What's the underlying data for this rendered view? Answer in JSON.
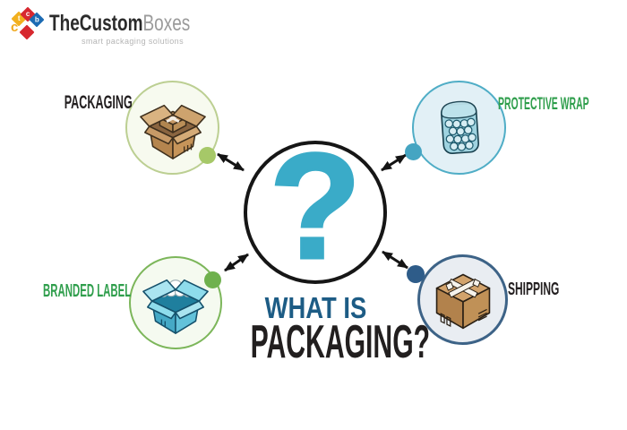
{
  "logo": {
    "brand_primary": "TheCustom",
    "brand_secondary": "Boxes",
    "tagline": "smart packaging solutions",
    "mark_letters": [
      "t",
      "c",
      "b"
    ],
    "mark_c": "c",
    "mark_colors": {
      "yellow": "#f2b01e",
      "red": "#d7282f",
      "blue": "#1c6bb3"
    }
  },
  "center": {
    "question_symbol": "?",
    "question_color": "#3aabc8",
    "circle_border_color": "#161616",
    "heading_line1": "WHAT IS",
    "heading_line1_color": "#1d5c85",
    "heading_line2": "PACKAGING?",
    "heading_line2_color": "#221f1f"
  },
  "nodes": {
    "packaging": {
      "label": "PACKAGING",
      "label_color": "#231f20",
      "circle_border": "#bccf92",
      "circle_fill": "#f7faef",
      "dot_color": "#a6c868",
      "icon": "open-cardboard-box"
    },
    "protective_wrap": {
      "label": "PROTECTIVE WRAP",
      "label_color": "#2f9e4c",
      "circle_border": "#4fadc6",
      "circle_fill": "#e2f0f6",
      "dot_color": "#45a5c2",
      "icon": "bubble-wrap-roll"
    },
    "branded_label": {
      "label": "BRANDED LABEL",
      "label_color": "#2f9e4c",
      "circle_border": "#7cb65a",
      "circle_fill": "#f5faf0",
      "dot_color": "#6fb14e",
      "icon": "open-box-packing-peanuts"
    },
    "shipping": {
      "label": "SHIPPING",
      "label_color": "#231f20",
      "circle_border": "#3d6387",
      "circle_fill": "#e9edf2",
      "dot_color": "#2e5c89",
      "icon": "closed-shipping-box"
    }
  },
  "arrow_color": "#141414"
}
